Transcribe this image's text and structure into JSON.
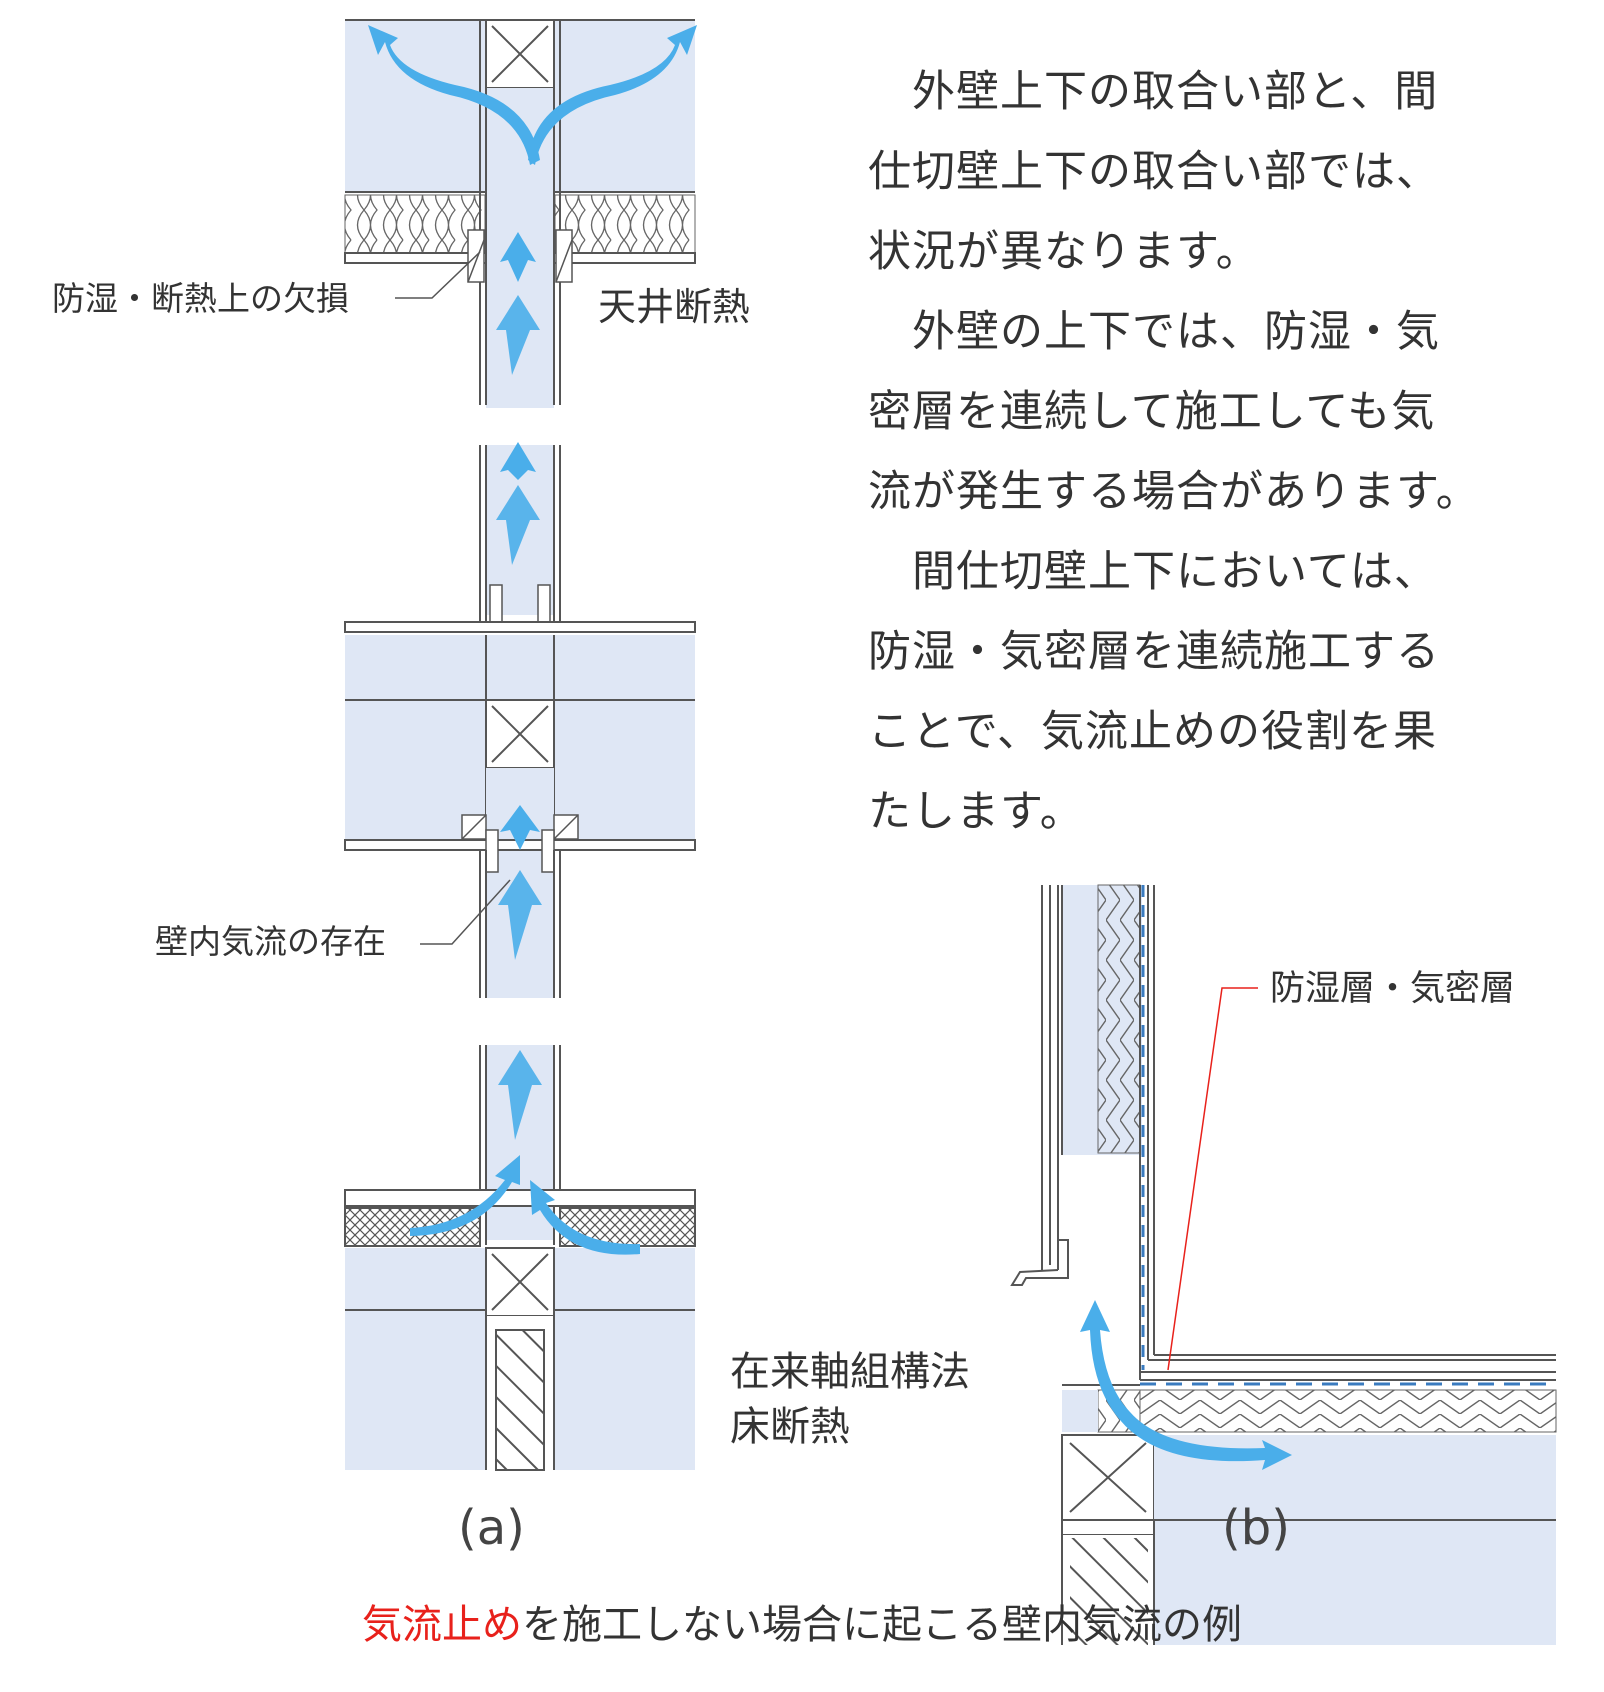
{
  "labels": {
    "bousitsu_danetsu_kesson": "防湿・断熱上の欠損",
    "tenjo_danetsu": "天井断熱",
    "hekinai_kiryu": "壁内気流の存在",
    "zairai_line1": "在来軸組構法",
    "zairai_line2": "床断熱",
    "bousitsu_kimitsu": "防湿層・気密層",
    "sub_a": "(a)",
    "sub_b": "(b)"
  },
  "paragraph": [
    "　外壁上下の取合い部と、間",
    "仕切壁上下の取合い部では、",
    "状況が異なります。",
    "　外壁の上下では、防湿・気",
    "密層を連続して施工しても気",
    "流が発生する場合があります。",
    "　間仕切壁上下においては、",
    "防湿・気密層を連続施工する",
    "ことで、気流止めの役割を果",
    "たします。"
  ],
  "caption": {
    "highlight": "気流止め",
    "rest": "を施工しない場合に起こる壁内気流の例"
  },
  "colors": {
    "panel": "#dfe7f5",
    "arrow": "#4aaeea",
    "line": "#555555",
    "highlight": "#e8211b"
  }
}
